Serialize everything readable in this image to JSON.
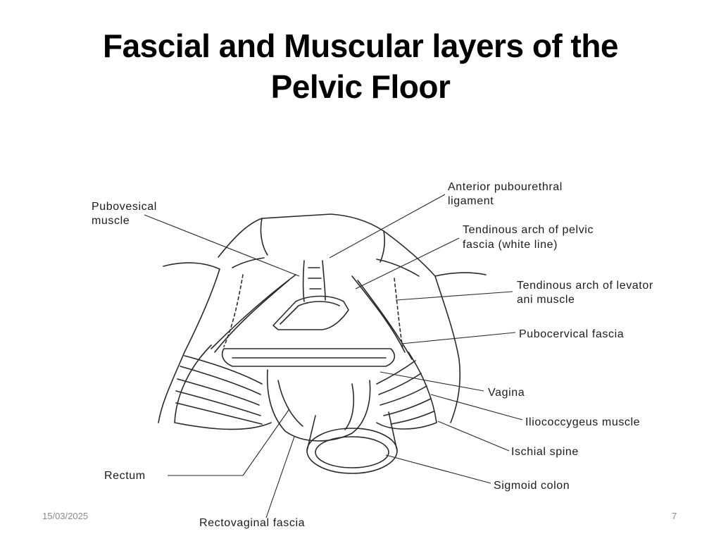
{
  "slide": {
    "title_line1": "Fascial and Muscular layers of the",
    "title_line2": "Pelvic Floor",
    "date": "15/03/2025",
    "page_number": "7"
  },
  "figure": {
    "labels": {
      "pubovesical_1": "Pubovesical",
      "pubovesical_2": "muscle",
      "anterior_1": "Anterior pubourethral",
      "anterior_2": "ligament",
      "tendinous_pelvic_1": "Tendinous arch of pelvic",
      "tendinous_pelvic_2": "fascia (white line)",
      "tendinous_levator_1": "Tendinous arch of levator",
      "tendinous_levator_2": "ani muscle",
      "pubocervical": "Pubocervical fascia",
      "vagina": "Vagina",
      "iliococcygeus": "Iliococcygeus muscle",
      "ischial": "Ischial spine",
      "sigmoid": "Sigmoid colon",
      "rectum": "Rectum",
      "rectovaginal": "Rectovaginal fascia"
    }
  },
  "colors": {
    "text": "#000000",
    "footer": "#8a8a8a",
    "line": "#2a2a2a"
  }
}
